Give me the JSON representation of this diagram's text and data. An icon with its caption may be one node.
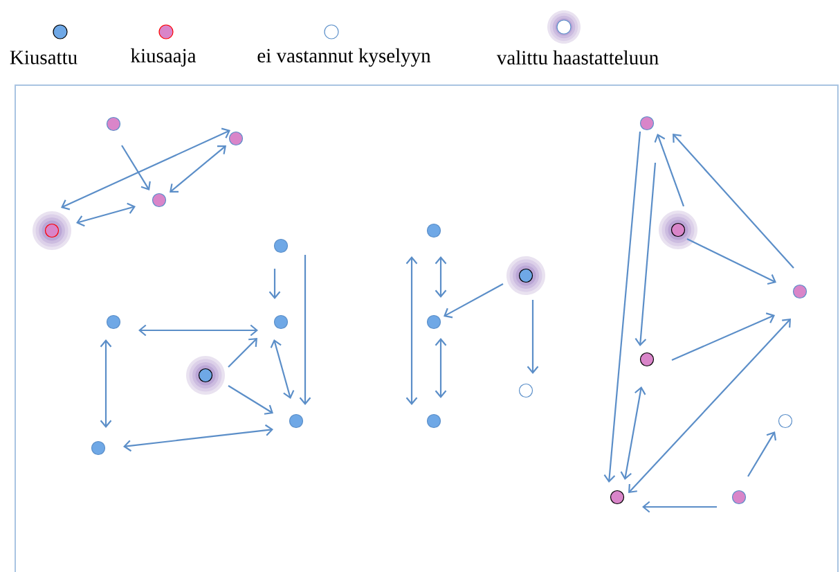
{
  "diagram": {
    "nodes": [
      {
        "text": [],
        "shape": "circle"
      },
      {
        "text": [],
        "shape": "circle"
      },
      {
        "text": [],
        "shape": "circle"
      },
      {
        "text": [],
        "shape": "circle"
      },
      {
        "text": [],
        "shape": "circle"
      },
      {
        "text": [],
        "shape": "circle"
      },
      {
        "text": [],
        "shape": "circle"
      },
      {
        "text": [],
        "shape": "circle"
      },
      {
        "text": [],
        "shape": "circle"
      },
      {
        "text": [],
        "shape": "circle"
      },
      {
        "text": [],
        "shape": "circle"
      },
      {
        "text": [],
        "shape": "circle"
      },
      {
        "text": [],
        "shape": "circle"
      },
      {
        "text": [],
        "shape": "circle"
      },
      {
        "text": [],
        "shape": "circle"
      },
      {
        "text": [],
        "shape": "circle"
      },
      {
        "text": [],
        "shape": "circle"
      },
      {
        "text": [],
        "shape": "circle"
      },
      {
        "text": [],
        "shape": "circle"
      },
      {
        "text": [],
        "shape": "circle"
      },
      {
        "text": [],
        "shape": "circle"
      },
      {
        "text": [],
        "shape": "circle"
      }
    ],
    "edges": [
      {
        "from": 0,
        "to": 2,
        "arrow": "to"
      },
      {
        "from": 1,
        "to": 3,
        "arrow": "both"
      },
      {
        "from": 1,
        "to": 2,
        "arrow": "both"
      },
      {
        "from": 3,
        "to": 2,
        "arrow": "both"
      },
      {
        "from": 4,
        "to": 6,
        "arrow": "to"
      },
      {
        "from": 4,
        "to": 8,
        "arrow": "to"
      },
      {
        "from": 5,
        "to": 6,
        "arrow": "both"
      },
      {
        "from": 7,
        "to": 6,
        "arrow": "to"
      },
      {
        "from": 6,
        "to": 8,
        "arrow": "both"
      },
      {
        "from": 7,
        "to": 8,
        "arrow": "to"
      },
      {
        "from": 5,
        "to": 9,
        "arrow": "both"
      },
      {
        "from": 9,
        "to": 8,
        "arrow": "both"
      },
      {
        "from": 10,
        "to": 12,
        "arrow": "both"
      },
      {
        "from": 10,
        "to": 14,
        "arrow": "both"
      },
      {
        "from": 12,
        "to": 14,
        "arrow": "both"
      },
      {
        "from": 11,
        "to": 12,
        "arrow": "to"
      },
      {
        "from": 11,
        "to": 13,
        "arrow": "to"
      },
      {
        "from": 16,
        "to": 15,
        "arrow": "to"
      },
      {
        "from": 17,
        "to": 15,
        "arrow": "to"
      },
      {
        "from": 15,
        "to": 18,
        "arrow": "to"
      },
      {
        "from": 15,
        "to": 20,
        "arrow": "to"
      },
      {
        "from": 16,
        "to": 17,
        "arrow": "to"
      },
      {
        "from": 18,
        "to": 17,
        "arrow": "to"
      },
      {
        "from": 20,
        "to": 18,
        "arrow": "both"
      },
      {
        "from": 17,
        "to": 20,
        "arrow": "both"
      },
      {
        "from": 21,
        "to": 20,
        "arrow": "to"
      },
      {
        "from": 21,
        "to": 19,
        "arrow": "to"
      }
    ],
    "legend": [
      {
        "text": "Kiusattu"
      },
      {
        "text": "kiusaaja"
      },
      {
        "text": "ei vastannut kyselyyn"
      },
      {
        "text": "valittu haastatteluun"
      }
    ]
  }
}
